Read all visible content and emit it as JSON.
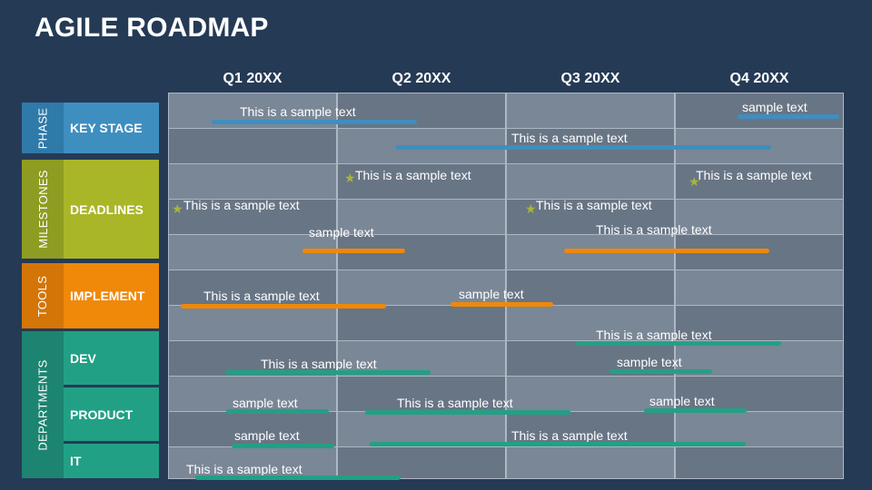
{
  "title": "AGILE ROADMAP",
  "quarters": [
    "Q1 20XX",
    "Q2 20XX",
    "Q3 20XX",
    "Q4 20XX"
  ],
  "colors": {
    "phase": "#3f8ec0",
    "milestones": "#a9b628",
    "tools": "#f0880a",
    "departments": "#22a085"
  },
  "groups": {
    "phase": "PHASE",
    "milestones": "MILESTONES",
    "tools": "TOOLS",
    "departments": "DEPARTMENTS"
  },
  "rows": {
    "key_stage": "KEY STAGE",
    "deadlines": "DEADLINES",
    "implement": "IMPLEMENT",
    "dev": "DEV",
    "product": "PRODUCT",
    "it": "IT"
  },
  "items": {
    "ks1": "This is a sample text",
    "ks2": "sample text",
    "ks3": "This is a sample text",
    "ms1": "This is a sample text",
    "ms2": "This is a sample text",
    "ms3": "This is a sample text",
    "ms4": "This is a sample text",
    "ms5": "sample text",
    "ms6": "This is a sample text",
    "im1": "This is a sample text",
    "im2": "sample text",
    "dv1": "This is a sample text",
    "dv2": "This is a sample text",
    "dv3": "sample text",
    "pr1": "sample text",
    "pr2": "This is a sample text",
    "pr3": "sample text",
    "it1": "sample text",
    "it2": "This is a sample text",
    "it3": "This is a sample text"
  }
}
